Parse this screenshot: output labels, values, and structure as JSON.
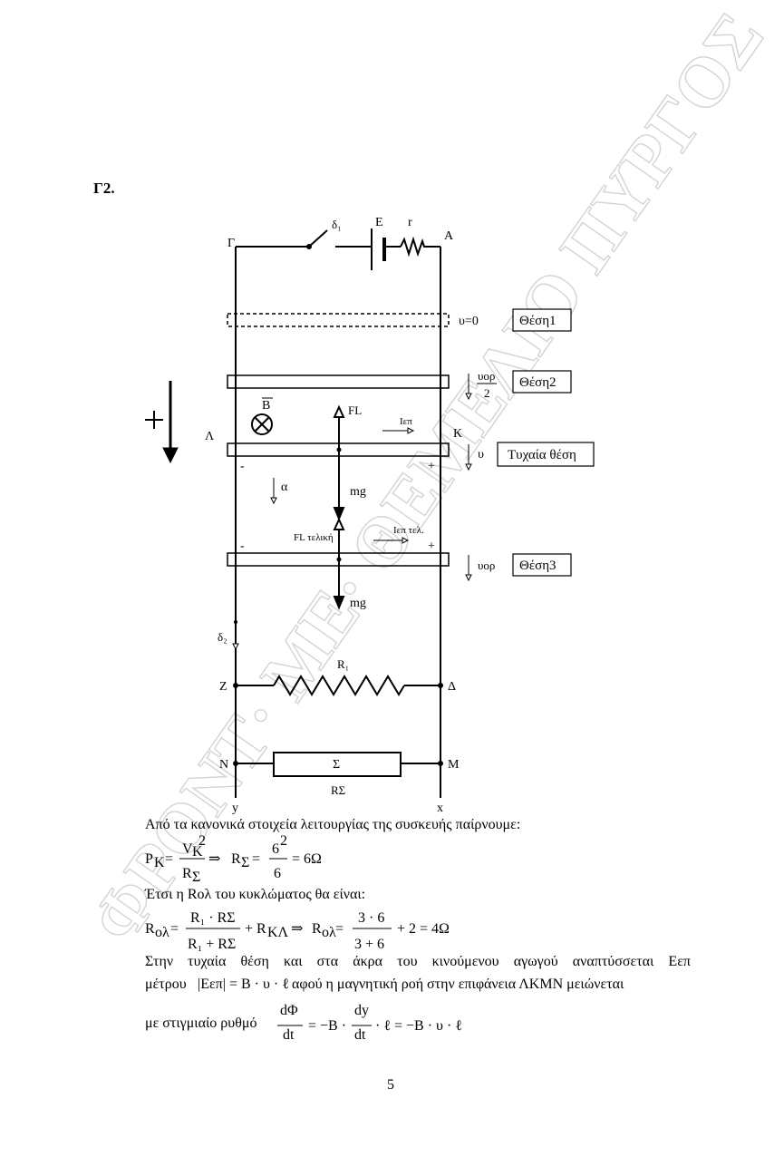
{
  "section": {
    "label": "Γ2."
  },
  "watermark": {
    "text": "ΦΡΟΝΤ· ΜΕ· ΘΕΜΕΛΙΟ ΠΥΡΓΟΣ",
    "color": "#d8d8d8"
  },
  "circuit": {
    "node_G": "Γ",
    "node_A": "Α",
    "node_L": "Λ",
    "node_K": "Κ",
    "node_Z": "Ζ",
    "node_D": "Δ",
    "node_N": "Ν",
    "node_M": "Μ",
    "axis_y": "y",
    "axis_x": "x",
    "switch1": "δ₁",
    "switch2": "δ₂",
    "emf": "Ε",
    "internal_r": "r",
    "resistor_R1": "R₁",
    "device": "Σ",
    "device_R": "RΣ",
    "B_field": "B",
    "force_FL": "FL",
    "force_FL_final": "FL τελική",
    "current_ind": "Iεπ",
    "current_ind_final": "Iεπ τελ.",
    "weight": "mg",
    "accel": "α",
    "v0": "υ=0",
    "v_half_num": "υορ",
    "v_half_den": "2",
    "v": "υ",
    "v_term": "υορ",
    "minus": "-",
    "plus": "+",
    "pos1": "Θέση1",
    "pos2": "Θέση2",
    "pos_random": "Τυχαία θέση",
    "pos3": "Θέση3",
    "plus_sign": "+"
  },
  "text": {
    "line1": "Από τα κανονικά στοιχεία λειτουργίας της συσκευής παίρνουμε:",
    "line2": "Έτσι η Rολ του κυκλώματος θα είναι:",
    "line3": "Στην τυχαία θέση και στα άκρα του κινούμενου αγωγού αναπτύσσεται Εεπ",
    "line4_a": "μέτρου",
    "line4_b": "αφού η μαγνητική ροή στην επιφάνεια ΛΚΜΝ μειώνεται",
    "line5": "με στιγμιαίο ρυθμό"
  },
  "eq1": {
    "PK": "P",
    "PK_sub": "K",
    "VK": "V",
    "VK_sub": "K",
    "VK_sup": "2",
    "RS": "R",
    "RS_sub": "Σ",
    "impl": "⇒",
    "R2": "R",
    "R2_sub": "Σ",
    "eq": "=",
    "six_sq": "6",
    "sq": "2",
    "six": "6",
    "result": "= 6Ω"
  },
  "eq2": {
    "Rol": "R",
    "Rol_sub": "ολ",
    "num": "R₁ · RΣ",
    "den": "R₁ + RΣ",
    "plus_RKL": "+ R",
    "RKL_sub": "ΚΛ",
    "impl": "⇒",
    "Rol2": "R",
    "Rol2_sub": "ολ",
    "num2": "3 · 6",
    "den2": "3 + 6",
    "result": "+ 2 = 4Ω"
  },
  "eq3": {
    "mag": "|Eεπ| = B · υ · ℓ"
  },
  "eq4": {
    "dPhi": "dΦ",
    "dt": "dt",
    "mid": "= −B ·",
    "dy": "dy",
    "dt2": "dt",
    "end": "· ℓ = −B · υ · ℓ"
  },
  "page": {
    "number": "5"
  }
}
